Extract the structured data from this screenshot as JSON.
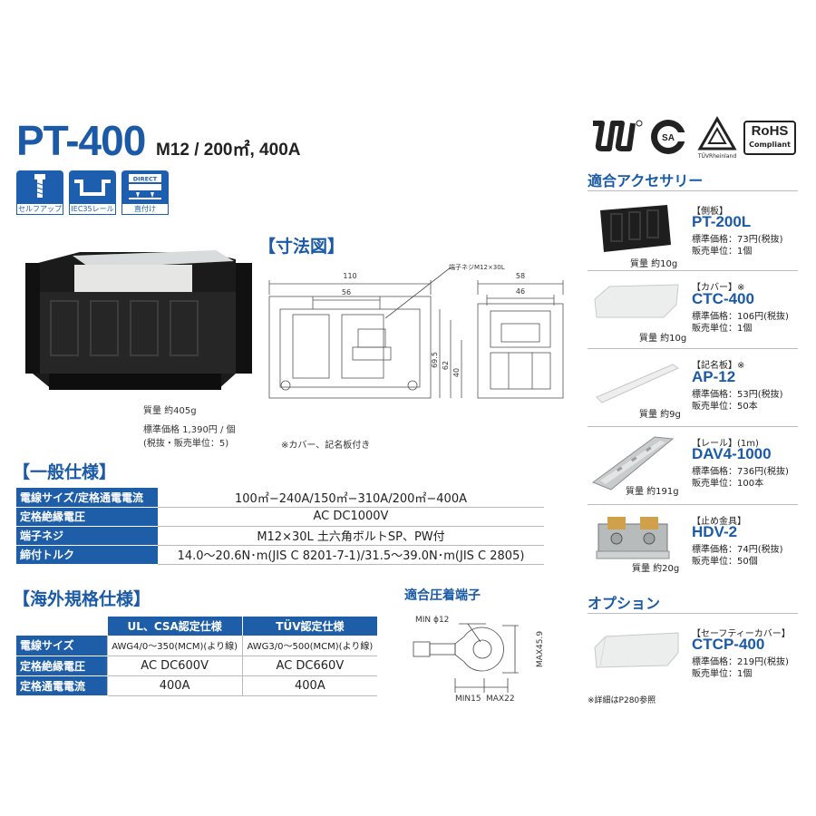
{
  "header": {
    "title": "PT-400",
    "subtitle": "M12 / 200㎡, 400A"
  },
  "features": [
    {
      "icon": "screw-icon",
      "label": "セルフアップ"
    },
    {
      "icon": "rail-icon",
      "label": "IEC35レール"
    },
    {
      "icon": "direct-mount-icon",
      "label": "直付け",
      "badge": "DIRECT"
    }
  ],
  "certifications": {
    "ul": "UR",
    "csa": "CSA",
    "tuv": "TÜVRheinland",
    "rohs_title": "RoHS",
    "rohs_sub": "Compliant"
  },
  "product": {
    "weight": "質量 約405g",
    "price": "標準価格 1,390円 / 個",
    "unit": "(税抜・販売単位：5)"
  },
  "dimensions": {
    "heading": "【寸法図】",
    "screw_label": "端子ネジM12×30L",
    "w110": "110",
    "w56": "56",
    "h69_5": "69.5",
    "h62": "62",
    "h40": "40",
    "w58": "58",
    "w46": "46",
    "note": "※カバー、記名板付き"
  },
  "general_spec": {
    "heading": "【一般仕様】",
    "rows": [
      {
        "label": "電線サイズ/定格通電電流",
        "value": "100㎡−240A/150㎡−310A/200㎡−400A"
      },
      {
        "label": "定格絶縁電圧",
        "value": "AC DC1000V"
      },
      {
        "label": "端子ネジ",
        "value": "M12×30L 土六角ボルトSP、PW付"
      },
      {
        "label": "締付トルク",
        "value": "14.0〜20.6N･m(JIS C 8201-7-1)/31.5〜39.0N･m(JIS C 2805)"
      }
    ]
  },
  "intl_spec": {
    "heading": "【海外規格仕様】",
    "columns": [
      "UL、CSA認定仕様",
      "TÜV認定仕様"
    ],
    "rows": [
      {
        "label": "電線サイズ",
        "values": [
          "AWG4/0〜350(MCM)(より線)",
          "AWG3/0〜500(MCM)(より線)"
        ]
      },
      {
        "label": "定格絶縁電圧",
        "values": [
          "AC DC600V",
          "AC DC660V"
        ]
      },
      {
        "label": "定格通電電流",
        "values": [
          "400A",
          "400A"
        ]
      }
    ]
  },
  "crimp": {
    "heading": "適合圧着端子",
    "min_phi": "MIN ϕ12",
    "max_h": "MAX45.9",
    "min15": "MIN15",
    "max22": "MAX22"
  },
  "accessories": {
    "heading": "適合アクセサリー",
    "items": [
      {
        "tag": "【側板】",
        "name": "PT-200L",
        "price": "標準価格：73円(税抜)",
        "unit": "販売単位：1個",
        "weight": "質量 約10g"
      },
      {
        "tag": "【カバー】※",
        "name": "CTC-400",
        "price": "標準価格：106円(税抜)",
        "unit": "販売単位：1個",
        "weight": "質量 約10g"
      },
      {
        "tag": "【記名板】※",
        "name": "AP-12",
        "price": "標準価格：53円(税抜)",
        "unit": "販売単位：50本",
        "weight": "質量 約9g"
      },
      {
        "tag": "【レール】(1m)",
        "name": "DAV4-1000",
        "price": "標準価格：736円(税抜)",
        "unit": "販売単位：100本",
        "weight": "質量 約191g"
      },
      {
        "tag": "【止め金具】",
        "name": "HDV-2",
        "price": "標準価格：74円(税抜)",
        "unit": "販売単位：50個",
        "weight": "質量 約20g"
      }
    ]
  },
  "options": {
    "heading": "オプション",
    "items": [
      {
        "tag": "【セーフティーカバー】",
        "name": "CTCP-400",
        "price": "標準価格：219円(税抜)",
        "unit": "販売単位：1個"
      }
    ],
    "note": "※詳細はP280参照"
  }
}
